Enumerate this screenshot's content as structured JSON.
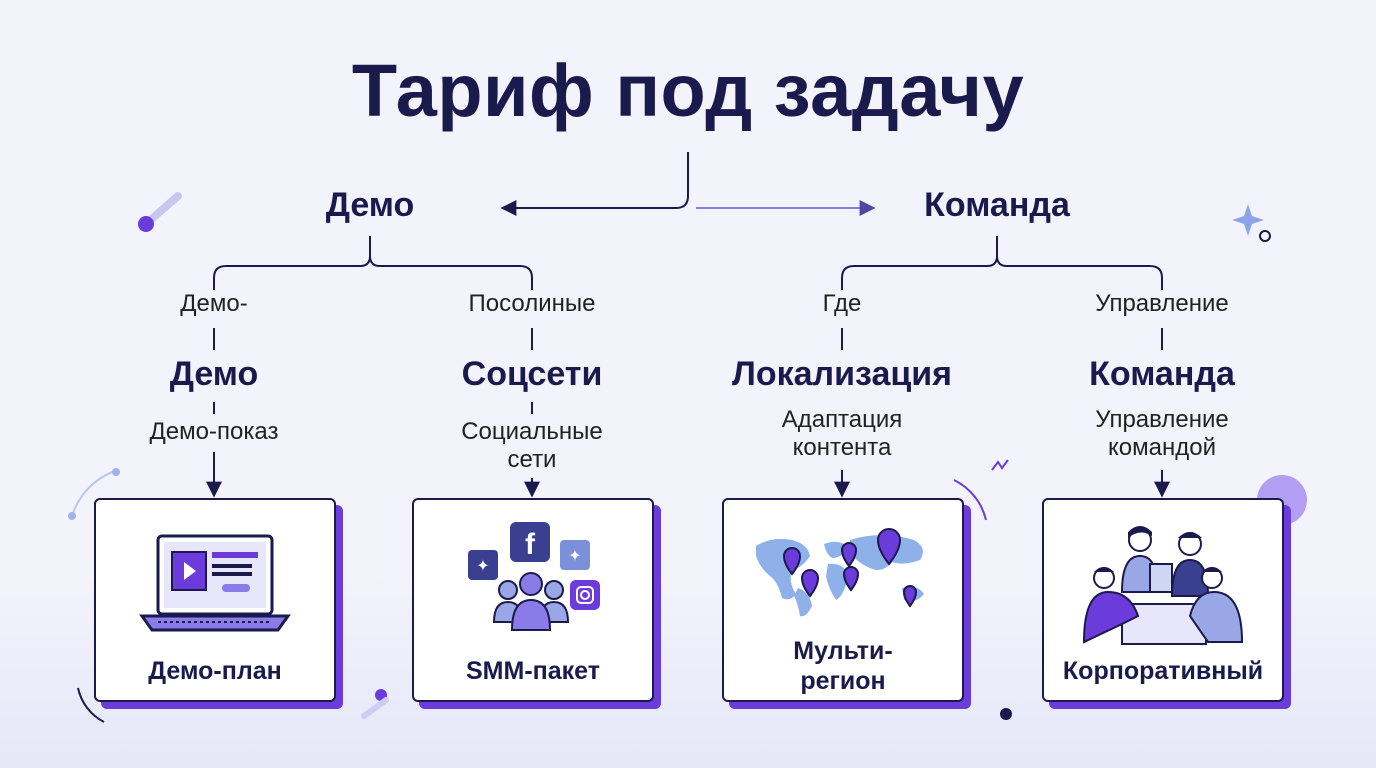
{
  "title": "Тариф под задачу",
  "branches": [
    {
      "label": "Демо",
      "items": [
        {
          "top": "Демо-",
          "name": "Демо",
          "desc": [
            "Демо-показ"
          ],
          "card": "Демо-план",
          "icon": "laptop-video-icon"
        },
        {
          "top": "Посолиные",
          "name": "Соцсети",
          "desc": [
            "Социальные",
            "сети"
          ],
          "card": "SMM-пакет",
          "icon": "social-media-icon"
        }
      ]
    },
    {
      "label": "Команда",
      "items": [
        {
          "top": "Где",
          "name": "Локализация",
          "desc": [
            "Адаптация",
            "контента"
          ],
          "card": "Мульти- регион",
          "card_lines": [
            "Мульти-",
            "регион"
          ],
          "icon": "world-map-icon"
        },
        {
          "top": "Управление",
          "name": "Команда",
          "desc": [
            "Управление",
            "командой"
          ],
          "card": "Корпоративный",
          "icon": "team-meeting-icon"
        }
      ]
    }
  ],
  "colors": {
    "navy": "#1b1a4d",
    "accent": "#6b3bdc",
    "light_accent": "#8b7be8"
  }
}
